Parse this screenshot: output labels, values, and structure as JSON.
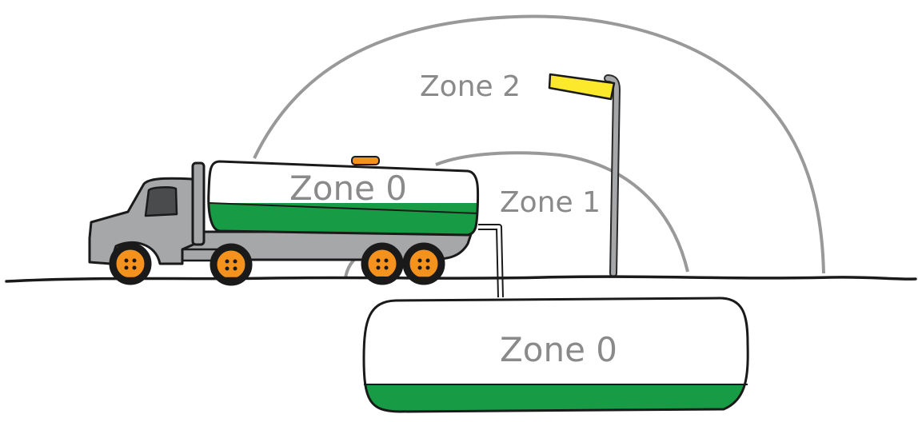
{
  "zones": {
    "zone2_label": "Zone 2",
    "zone1_label": "Zone 1",
    "tanker_zone0_label": "Zone 0",
    "underground_zone0_label": "Zone 0"
  },
  "colors": {
    "zone_boundary": "#999999",
    "tank_band_green": "#179c45",
    "wheel_orange": "#f5921e",
    "lamp_yellow": "#fde92b",
    "beacon_orange": "#f5921e",
    "truck_grey": "#a6a7a9",
    "outline": "#1a1a1a",
    "label_grey": "#8a8a8a"
  },
  "icons": {
    "truck": "tanker-truck-icon",
    "lamp": "street-lamp-icon",
    "tank": "underground-tank-icon"
  }
}
